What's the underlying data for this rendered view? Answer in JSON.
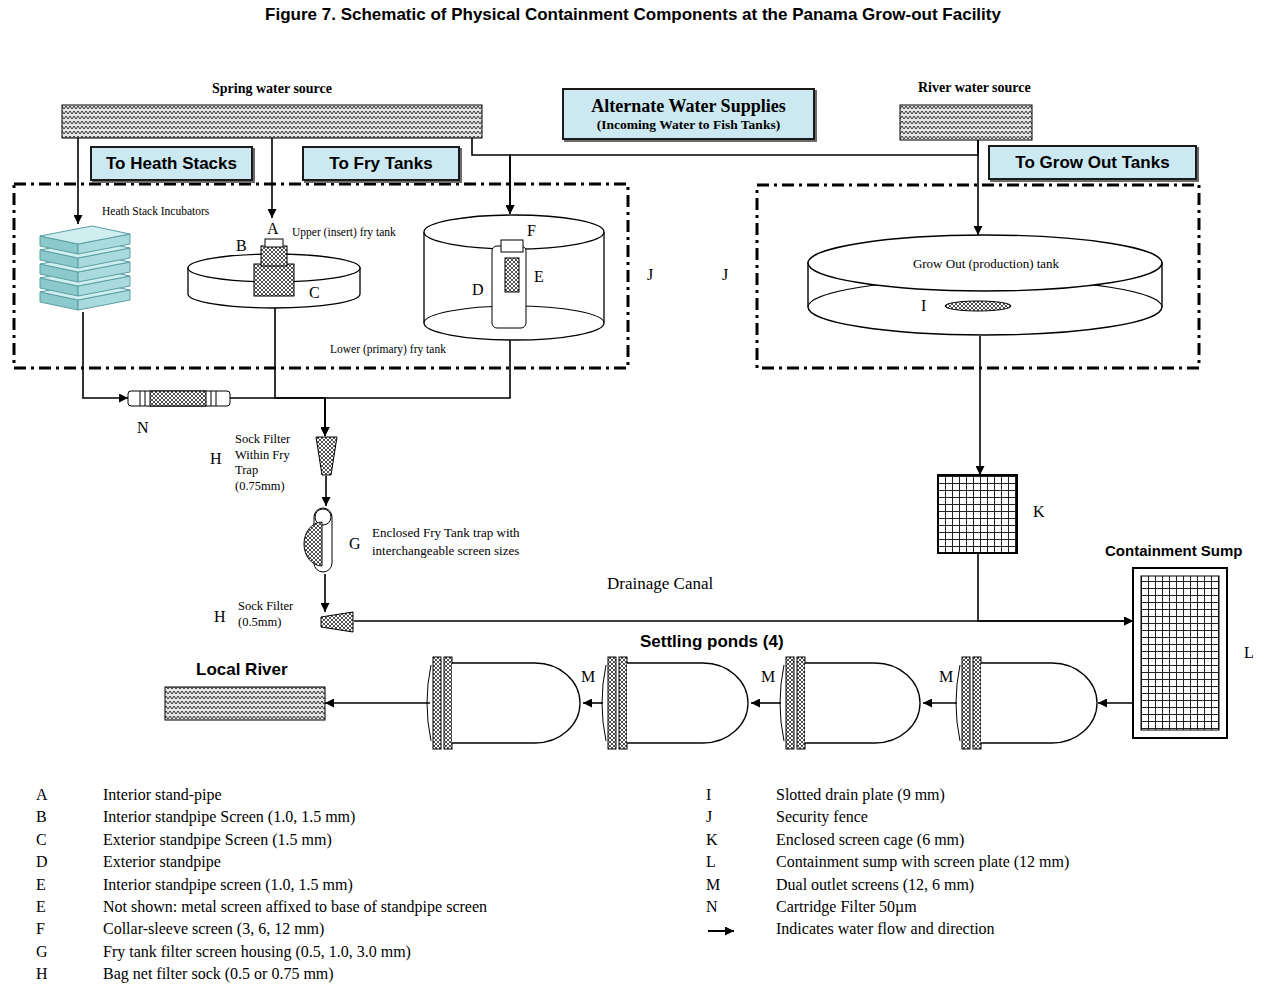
{
  "diagram": {
    "title": "Figure 7. Schematic of Physical Containment Components at the Panama Grow-out Facility",
    "nodes": [
      {
        "text": [
          "Spring water source"
        ]
      },
      {
        "text": [
          "Alternate Water Supplies",
          "(Incoming Water to Fish Tanks)"
        ]
      },
      {
        "text": [
          "River water source"
        ]
      },
      {
        "text": [
          "To Heath Stacks"
        ]
      },
      {
        "text": [
          "To Fry Tanks"
        ]
      },
      {
        "text": [
          "To Grow Out Tanks"
        ]
      },
      {
        "text": [
          "J"
        ]
      },
      {
        "text": [
          "Heath Stack Incubators"
        ],
        "in": 6
      },
      {
        "text": [
          "Upper (insert) fry tank"
        ],
        "in": 6
      },
      {
        "text": [
          "Lower (primary) fry tank"
        ],
        "in": 6
      },
      {
        "text": [
          "J"
        ]
      },
      {
        "text": [
          "Grow Out (production) tank"
        ],
        "in": 10
      },
      {
        "text": [
          "N"
        ]
      },
      {
        "text": [
          "H",
          "Sock Filter Within Fry Trap (0.75mm)"
        ]
      },
      {
        "text": [
          "G",
          "Enclosed Fry Tank trap with interchangeable screen sizes"
        ]
      },
      {
        "text": [
          "H",
          "Sock Filter (0.5mm)"
        ]
      },
      {
        "text": [
          "K"
        ]
      },
      {
        "text": [
          "Containment Sump",
          "L"
        ]
      },
      {
        "text": [
          "Settling ponds (4)"
        ]
      },
      {
        "text": [
          "Local River"
        ]
      }
    ],
    "edges": [
      {
        "from": 0,
        "to": 7,
        "arrow": "to"
      },
      {
        "from": 0,
        "to": 8,
        "arrow": "to"
      },
      {
        "from": 0,
        "to": 9,
        "arrow": "to"
      },
      {
        "from": 2,
        "to": 9,
        "arrow": "to"
      },
      {
        "from": 2,
        "to": 11,
        "arrow": "to"
      },
      {
        "from": 7,
        "to": 12,
        "arrow": "to"
      },
      {
        "from": 12,
        "to": 13,
        "arrow": "to"
      },
      {
        "from": 8,
        "to": 13,
        "arrow": "to"
      },
      {
        "from": 9,
        "to": 13,
        "arrow": "to"
      },
      {
        "from": 13,
        "to": 14,
        "arrow": "to"
      },
      {
        "from": 14,
        "to": 15,
        "arrow": "to"
      },
      {
        "from": 15,
        "to": 17,
        "label": "Drainage Canal",
        "arrow": "to"
      },
      {
        "from": 11,
        "to": 16,
        "arrow": "to"
      },
      {
        "from": 16,
        "to": 17,
        "arrow": "to"
      },
      {
        "from": 17,
        "to": 18,
        "arrow": "to"
      },
      {
        "from": 18,
        "to": 19,
        "arrow": "to"
      }
    ],
    "labels": [
      "A",
      "B",
      "C",
      "F",
      "E",
      "D",
      "I",
      "M",
      "M",
      "M",
      "A",
      "Interior stand-pipe",
      "B",
      "Interior standpipe Screen (1.0, 1.5 mm)",
      "C",
      "Exterior standpipe Screen (1.5 mm)",
      "D",
      "Exterior standpipe",
      "E",
      "Interior standpipe screen (1.0, 1.5 mm)",
      "E",
      "Not shown: metal screen affixed to base of standpipe screen",
      "F",
      "Collar-sleeve screen (3, 6, 12 mm)",
      "G",
      "Fry tank filter screen housing (0.5, 1.0, 3.0 mm)",
      "H",
      "Bag net filter sock (0.5 or 0.75 mm)",
      "I",
      "Slotted drain plate (9 mm)",
      "J",
      "Security fence",
      "K",
      "Enclosed screen cage (6 mm)",
      "L",
      "Containment sump with screen plate (12 mm)",
      "M",
      "Dual outlet screens (12, 6 mm)",
      "N",
      "Cartridge Filter 50µm"
    ],
    "legend": [
      {
        "text": "Indicates water flow and direction"
      }
    ]
  }
}
